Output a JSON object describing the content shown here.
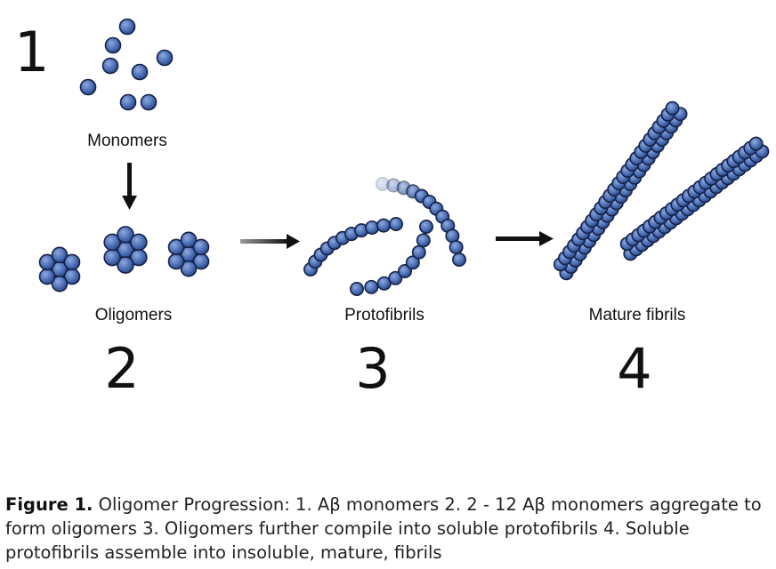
{
  "stages": [
    {
      "number": "1",
      "label": "Monomers"
    },
    {
      "number": "2",
      "label": "Oligomers"
    },
    {
      "number": "3",
      "label": "Protofibrils"
    },
    {
      "number": "4",
      "label": "Mature fibrils"
    }
  ],
  "caption": {
    "label": "Figure 1.",
    "text": "Oligomer Progression: 1. Aβ monomers 2. 2 - 12 Aβ monomers aggregate to form oligomers 3. Oligomers further compile into soluble protofibrils 4. Soluble protofibrils assemble into insoluble, mature, fibrils"
  },
  "colors": {
    "bead_fill": "#4f72b8",
    "bead_stroke": "#15224a",
    "arrow": "#111111"
  }
}
